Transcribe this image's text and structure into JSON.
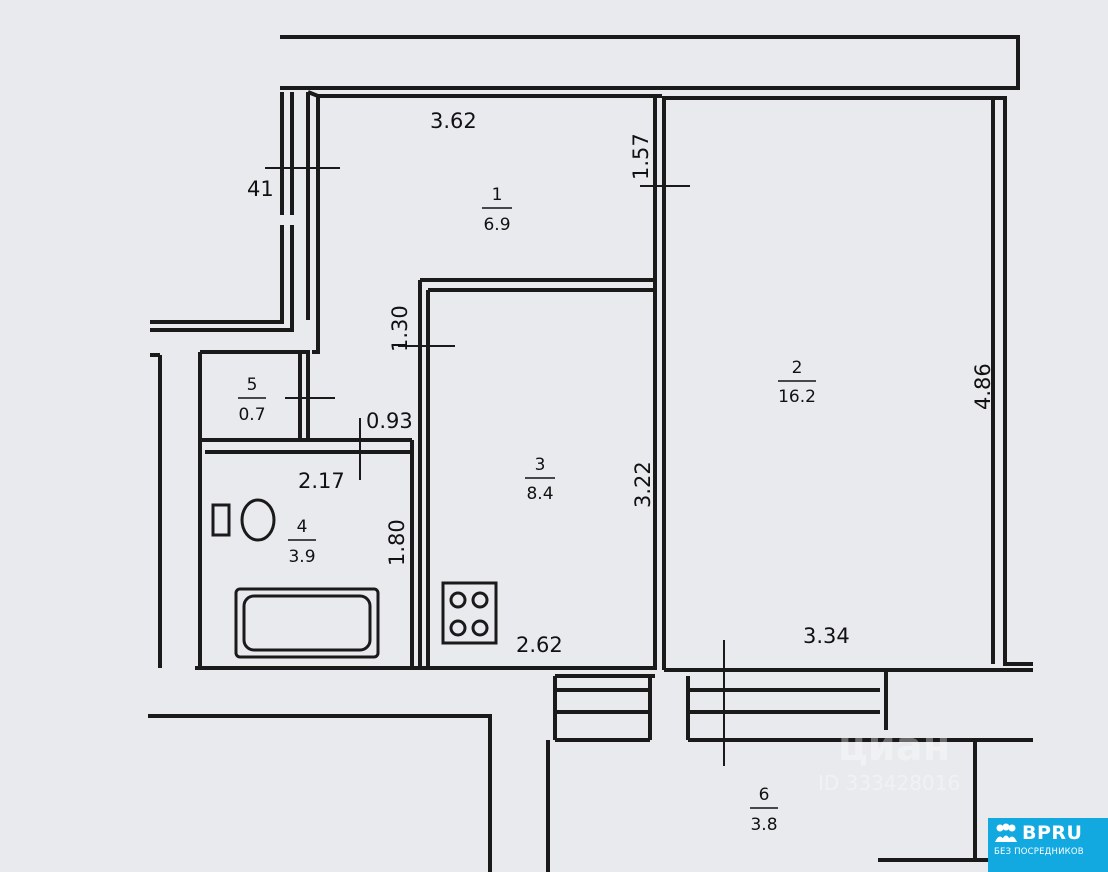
{
  "plan": {
    "rooms": [
      {
        "num": "1",
        "area": "6.9"
      },
      {
        "num": "2",
        "area": "16.2"
      },
      {
        "num": "3",
        "area": "8.4"
      },
      {
        "num": "4",
        "area": "3.9"
      },
      {
        "num": "5",
        "area": "0.7"
      },
      {
        "num": "6",
        "area": "3.8"
      }
    ],
    "dims": [
      "3.62",
      "1.57",
      "41",
      "1.30",
      "0.93",
      "2.17",
      "1.80",
      "3.22",
      "4.86",
      "2.62",
      "3.34"
    ]
  },
  "watermark": {
    "brand": "циан",
    "id": "ID 333428016"
  },
  "badge": {
    "brand": "BPRU",
    "tagline": "БЕЗ ПОСРЕДНИКОВ",
    "icon": "people-icon"
  },
  "colors": {
    "paper": "#e9eaee",
    "ink": "#1a1a1a",
    "badge": "#12a8e0"
  }
}
